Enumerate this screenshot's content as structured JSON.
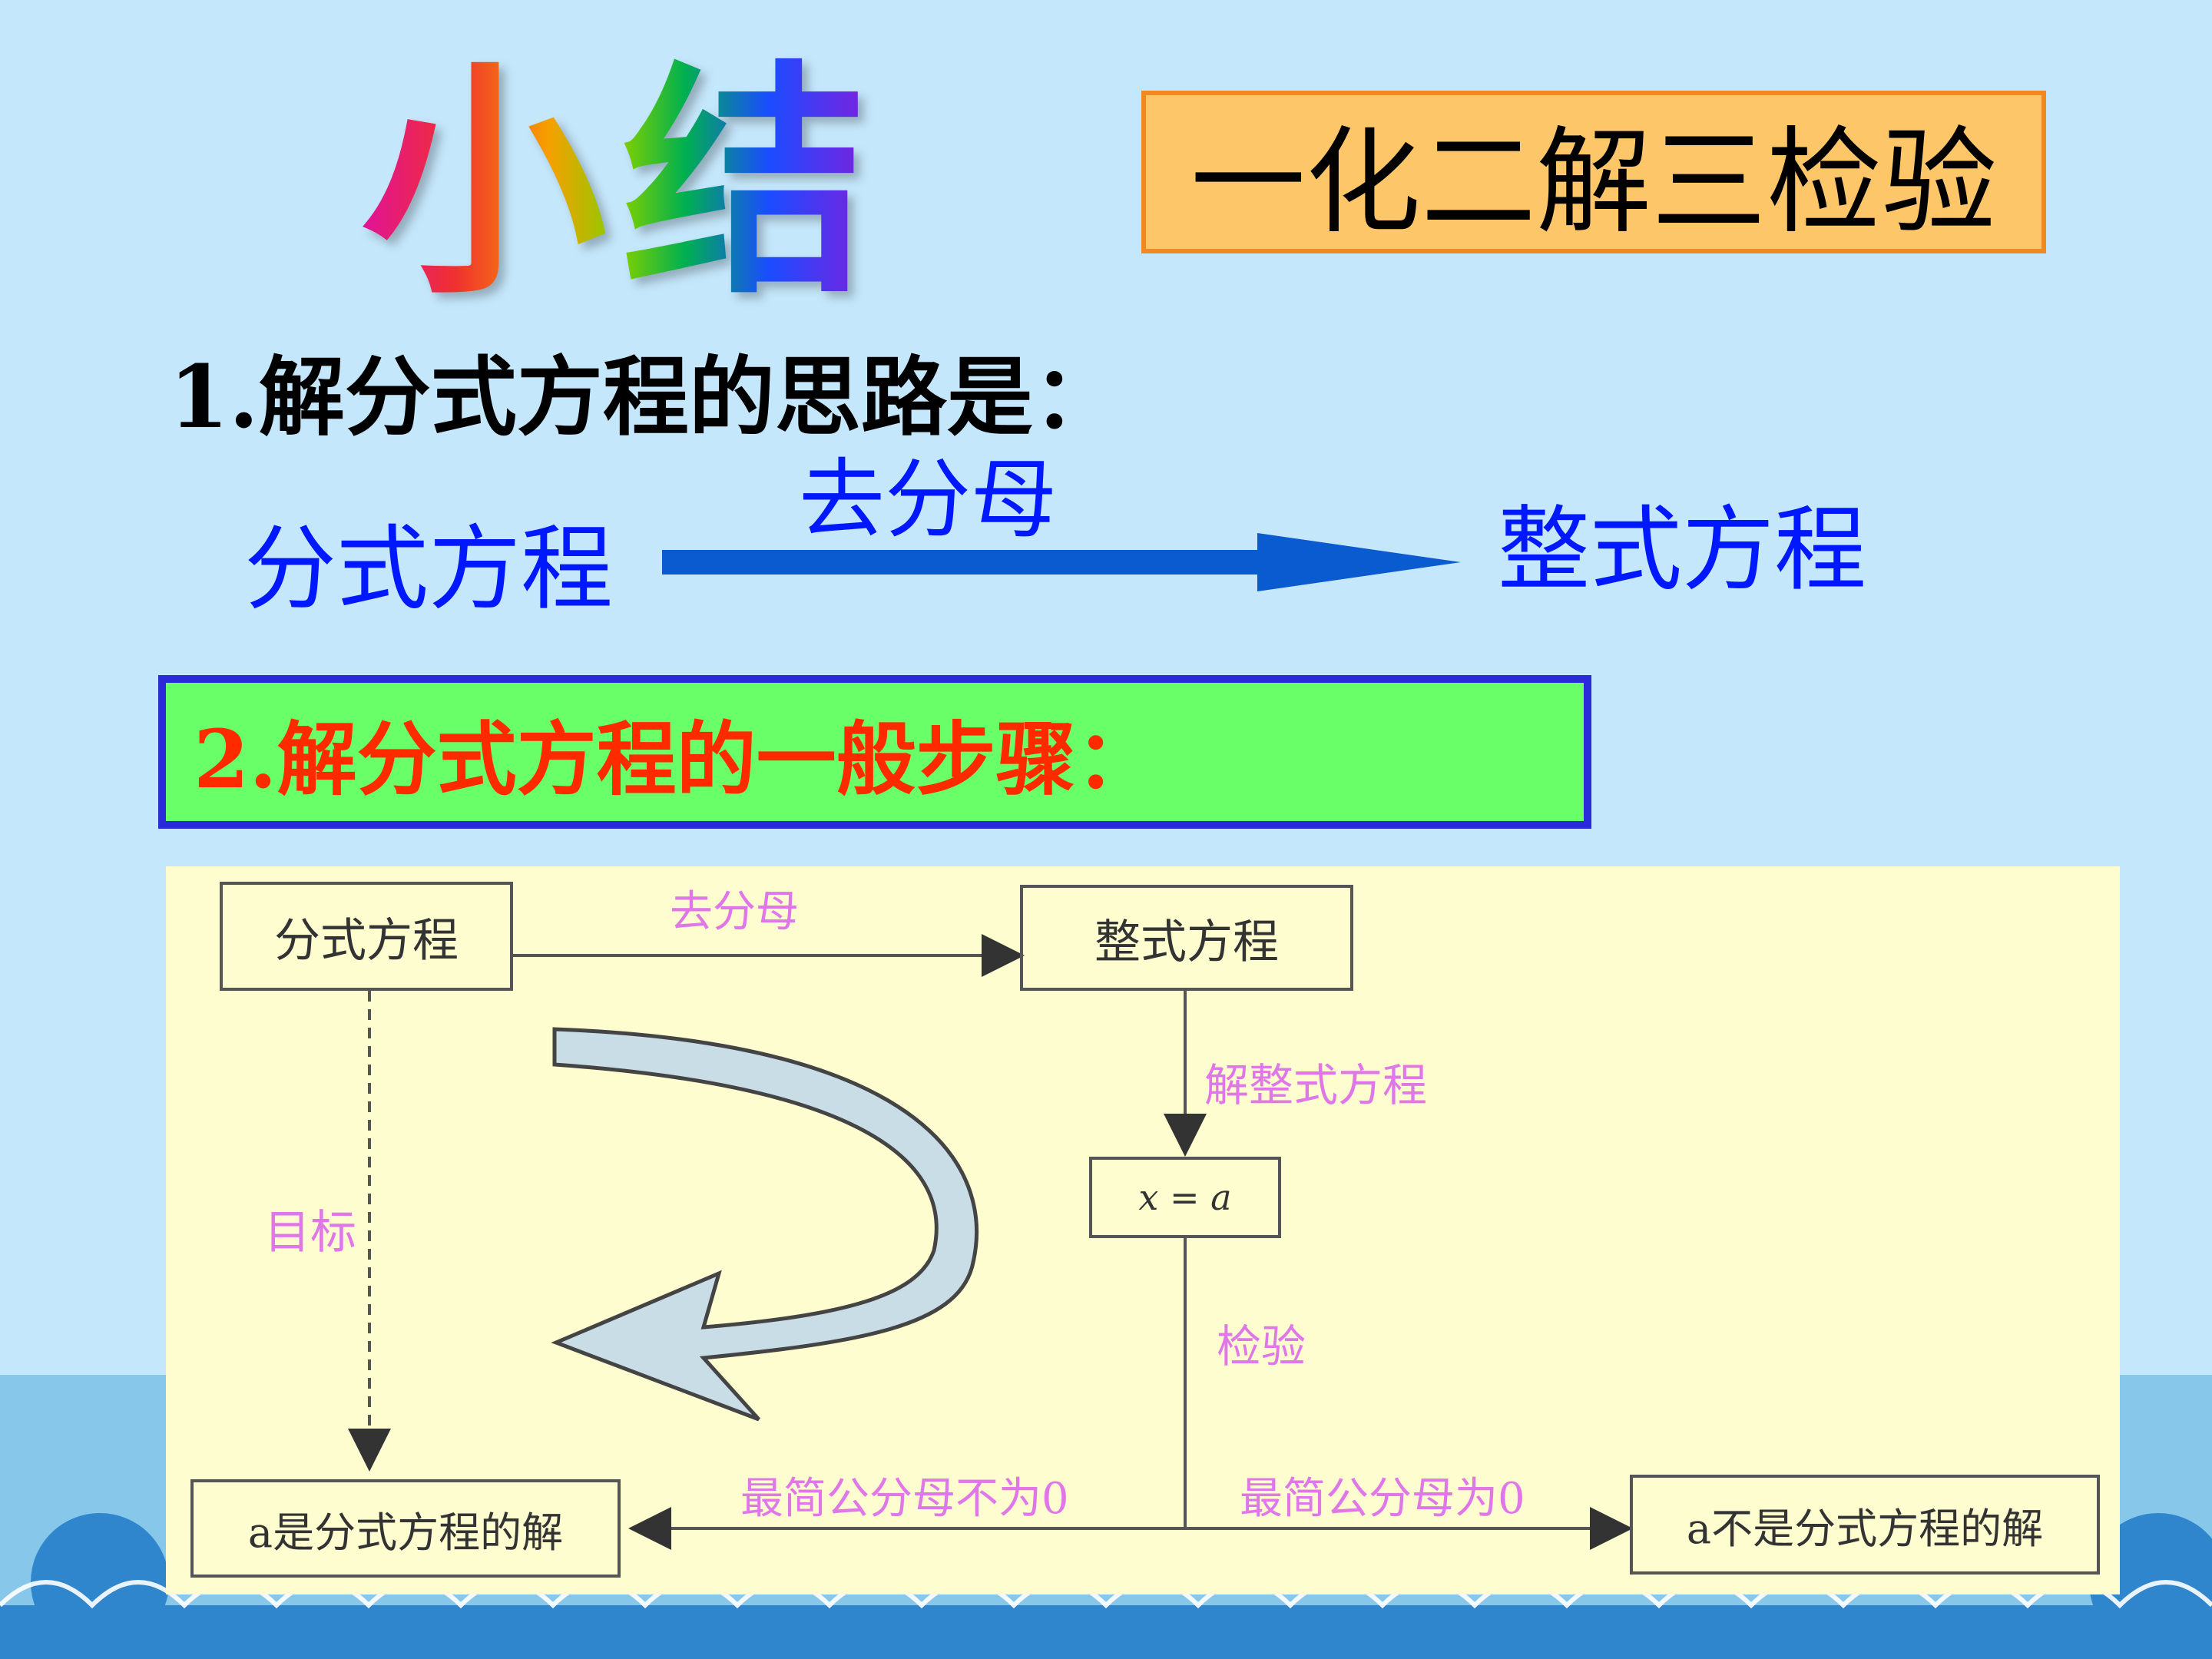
{
  "title": "小结",
  "motto": "一化二解三检验",
  "section1": {
    "heading": "1.解分式方程的思路是：",
    "left_term": "分式方程",
    "arrow_label": "去分母",
    "right_term": "整式方程"
  },
  "section2": {
    "heading": "2.解分式方程的一般步骤："
  },
  "flowchart": {
    "box_fractional": "分式方程",
    "label_remove_denominator": "去分母",
    "box_integral": "整式方程",
    "label_solve_integral": "解整式方程",
    "box_solution": "x = a",
    "label_goal": "目标",
    "label_check": "检验",
    "label_nonzero": "最简公分母不为0",
    "label_zero": "最简公分母为0",
    "box_is_solution": "a是分式方程的解",
    "box_not_solution": "a不是分式方程的解"
  },
  "colors": {
    "background": "#c5e7fb",
    "motto_fill": "#fdc769",
    "motto_border": "#f08a20",
    "step_box_fill": "#69ff69",
    "step_box_border": "#2a2ad8",
    "blue_text": "#0018ff",
    "step_heading": "#ff2a00",
    "flow_label": "#e077e8",
    "panel": "#fefdd0"
  }
}
